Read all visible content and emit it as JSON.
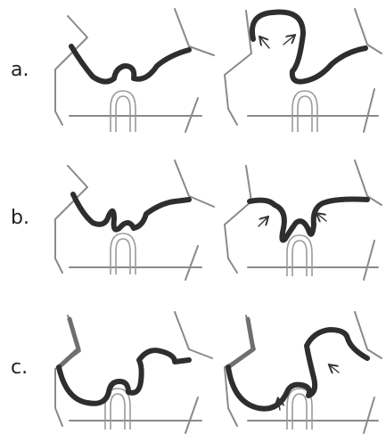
{
  "rows": [
    {
      "label": "a.",
      "arrows_left": 0,
      "arrows_right": 2
    },
    {
      "label": "b.",
      "arrows_left": 0,
      "arrows_right": 2
    },
    {
      "label": "c.",
      "arrows_left": 0,
      "arrows_right": 2
    }
  ],
  "colors": {
    "outline": "#8a8a8a",
    "membrane": "#2e2e2e",
    "thickened_wall": "#6f6f6f",
    "arrow": "#333333",
    "cell": "#9a9a9a"
  }
}
